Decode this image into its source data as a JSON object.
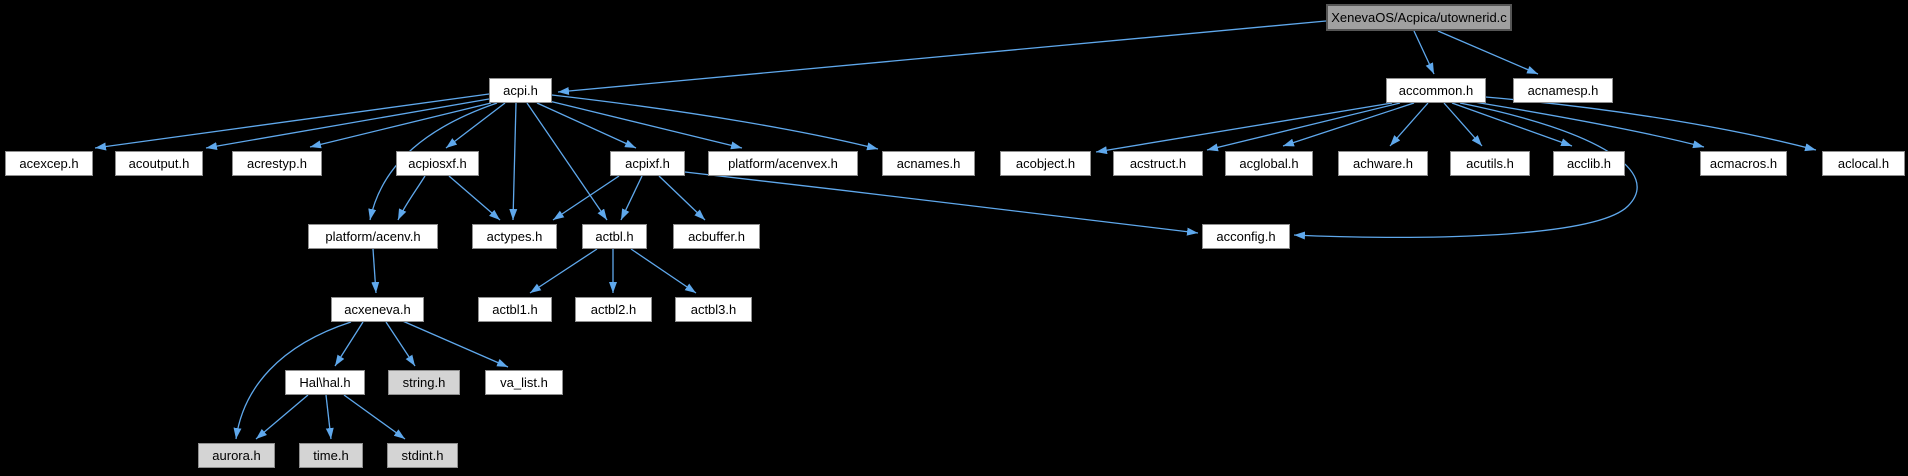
{
  "graph": {
    "type": "include-dependency-graph",
    "root": "XenevaOS/Acpica/utownerid.c"
  },
  "colors": {
    "background": "#000000",
    "edge": "#5fa8ec",
    "node_fill": "#ffffff",
    "node_border": "#8f8f8f",
    "leaf_node_fill": "#d4d4d4",
    "root_node_fill": "#a0a0a0",
    "root_node_border": "#555555",
    "text": "#000000"
  },
  "nodes": [
    {
      "id": "utownerid",
      "label": "XenevaOS/Acpica/utownerid.c"
    },
    {
      "id": "acpi",
      "label": "acpi.h"
    },
    {
      "id": "accommon",
      "label": "accommon.h"
    },
    {
      "id": "acnamesp",
      "label": "acnamesp.h"
    },
    {
      "id": "acexcep",
      "label": "acexcep.h"
    },
    {
      "id": "acoutput",
      "label": "acoutput.h"
    },
    {
      "id": "acrestyp",
      "label": "acrestyp.h"
    },
    {
      "id": "acpiosxf",
      "label": "acpiosxf.h"
    },
    {
      "id": "acpixf",
      "label": "acpixf.h"
    },
    {
      "id": "acenvex",
      "label": "platform/acenvex.h"
    },
    {
      "id": "acnames",
      "label": "acnames.h"
    },
    {
      "id": "acobject",
      "label": "acobject.h"
    },
    {
      "id": "acstruct",
      "label": "acstruct.h"
    },
    {
      "id": "acglobal",
      "label": "acglobal.h"
    },
    {
      "id": "achware",
      "label": "achware.h"
    },
    {
      "id": "acutils",
      "label": "acutils.h"
    },
    {
      "id": "acclib",
      "label": "acclib.h"
    },
    {
      "id": "acmacros",
      "label": "acmacros.h"
    },
    {
      "id": "aclocal",
      "label": "aclocal.h"
    },
    {
      "id": "acenv",
      "label": "platform/acenv.h"
    },
    {
      "id": "actypes",
      "label": "actypes.h"
    },
    {
      "id": "actbl",
      "label": "actbl.h"
    },
    {
      "id": "acbuffer",
      "label": "acbuffer.h"
    },
    {
      "id": "acconfig",
      "label": "acconfig.h"
    },
    {
      "id": "acxeneva",
      "label": "acxeneva.h"
    },
    {
      "id": "actbl1",
      "label": "actbl1.h"
    },
    {
      "id": "actbl2",
      "label": "actbl2.h"
    },
    {
      "id": "actbl3",
      "label": "actbl3.h"
    },
    {
      "id": "halhal",
      "label": "Hal\\hal.h"
    },
    {
      "id": "string",
      "label": "string.h"
    },
    {
      "id": "valist",
      "label": "va_list.h"
    },
    {
      "id": "aurora",
      "label": "aurora.h"
    },
    {
      "id": "time",
      "label": "time.h"
    },
    {
      "id": "stdint",
      "label": "stdint.h"
    }
  ],
  "edges": [
    {
      "from": "XenevaOS/Acpica/utownerid.c",
      "to": "acpi.h"
    },
    {
      "from": "XenevaOS/Acpica/utownerid.c",
      "to": "accommon.h"
    },
    {
      "from": "XenevaOS/Acpica/utownerid.c",
      "to": "acnamesp.h"
    },
    {
      "from": "acpi.h",
      "to": "acexcep.h"
    },
    {
      "from": "acpi.h",
      "to": "acoutput.h"
    },
    {
      "from": "acpi.h",
      "to": "acrestyp.h"
    },
    {
      "from": "acpi.h",
      "to": "acpiosxf.h"
    },
    {
      "from": "acpi.h",
      "to": "platform/acenv.h"
    },
    {
      "from": "acpi.h",
      "to": "actypes.h"
    },
    {
      "from": "acpi.h",
      "to": "actbl.h"
    },
    {
      "from": "acpi.h",
      "to": "acpixf.h"
    },
    {
      "from": "acpi.h",
      "to": "platform/acenvex.h"
    },
    {
      "from": "acpi.h",
      "to": "acnames.h"
    },
    {
      "from": "acpiosxf.h",
      "to": "platform/acenv.h"
    },
    {
      "from": "acpiosxf.h",
      "to": "actypes.h"
    },
    {
      "from": "acpixf.h",
      "to": "actypes.h"
    },
    {
      "from": "acpixf.h",
      "to": "actbl.h"
    },
    {
      "from": "acpixf.h",
      "to": "acbuffer.h"
    },
    {
      "from": "acpixf.h",
      "to": "acconfig.h"
    },
    {
      "from": "actbl.h",
      "to": "actbl1.h"
    },
    {
      "from": "actbl.h",
      "to": "actbl2.h"
    },
    {
      "from": "actbl.h",
      "to": "actbl3.h"
    },
    {
      "from": "platform/acenv.h",
      "to": "acxeneva.h"
    },
    {
      "from": "acxeneva.h",
      "to": "Hal\\hal.h"
    },
    {
      "from": "acxeneva.h",
      "to": "string.h"
    },
    {
      "from": "acxeneva.h",
      "to": "va_list.h"
    },
    {
      "from": "acxeneva.h",
      "to": "aurora.h"
    },
    {
      "from": "Hal\\hal.h",
      "to": "aurora.h"
    },
    {
      "from": "Hal\\hal.h",
      "to": "time.h"
    },
    {
      "from": "Hal\\hal.h",
      "to": "stdint.h"
    },
    {
      "from": "accommon.h",
      "to": "acconfig.h"
    },
    {
      "from": "accommon.h",
      "to": "acobject.h"
    },
    {
      "from": "accommon.h",
      "to": "acstruct.h"
    },
    {
      "from": "accommon.h",
      "to": "acglobal.h"
    },
    {
      "from": "accommon.h",
      "to": "achware.h"
    },
    {
      "from": "accommon.h",
      "to": "acutils.h"
    },
    {
      "from": "accommon.h",
      "to": "acclib.h"
    },
    {
      "from": "accommon.h",
      "to": "acmacros.h"
    },
    {
      "from": "accommon.h",
      "to": "aclocal.h"
    }
  ]
}
